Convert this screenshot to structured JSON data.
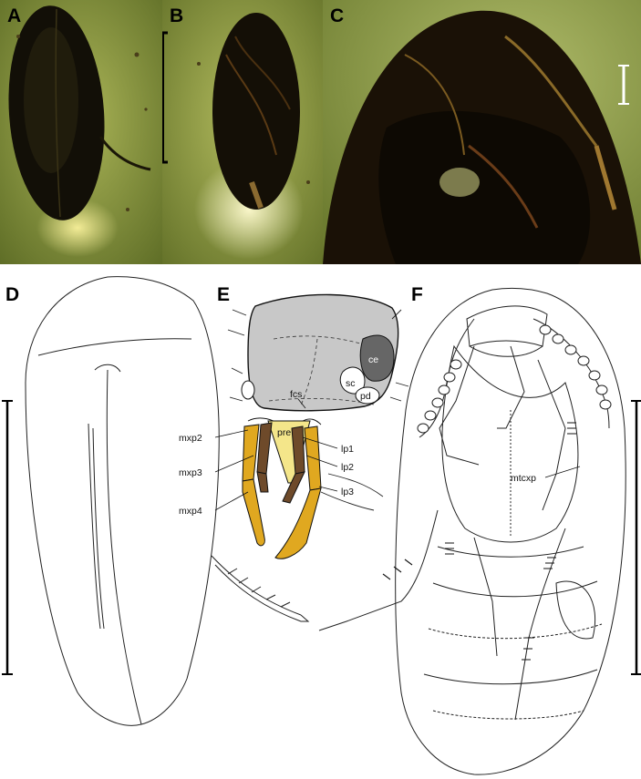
{
  "panels": {
    "a": "A",
    "b": "B",
    "c": "C",
    "d": "D",
    "e": "E",
    "f": "F"
  },
  "labels": {
    "ce": "ce",
    "sc": "sc",
    "pd": "pd",
    "fcs": "fcs",
    "pre": "pre",
    "mxp2": "mxp2",
    "mxp3": "mxp3",
    "mxp4": "mxp4",
    "lp1": "lp1",
    "lp2": "lp2",
    "lp3": "lp3",
    "mtcxp": "mtcxp"
  },
  "colors": {
    "amber_background": "#7c8a33",
    "beetle_body": "#151208",
    "head_capsule": "#c8c8c8",
    "compound_eye": "#666666",
    "maxillary_palp": "#e0a820",
    "labial_palp": "#6e4a2a",
    "prementum": "#f4e68a",
    "scale_bar": "#000000"
  }
}
